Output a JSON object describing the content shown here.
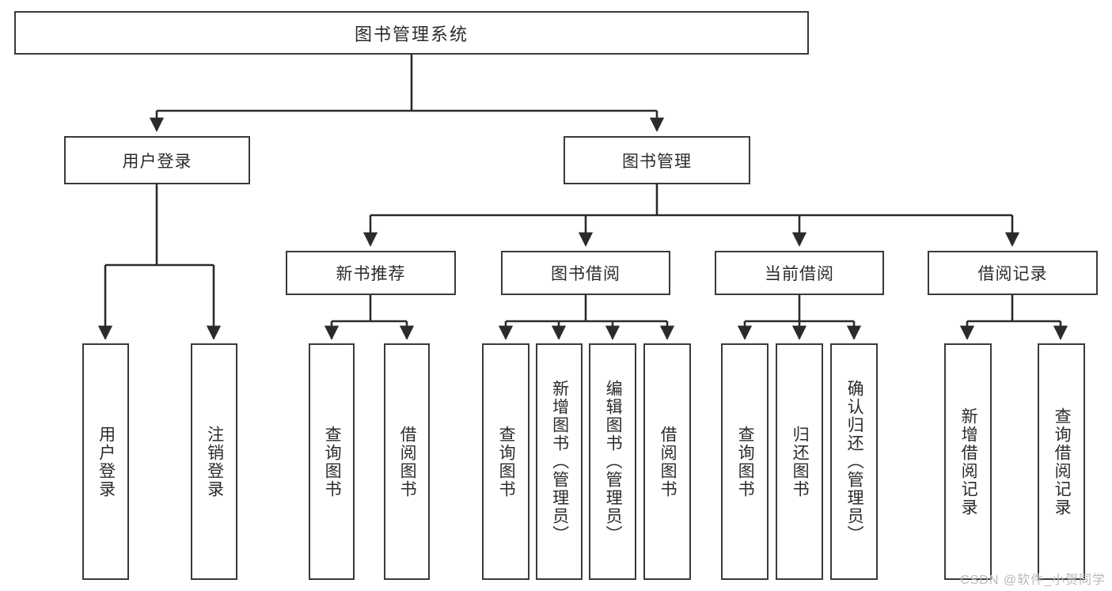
{
  "diagram": {
    "type": "tree-hierarchy",
    "title": "图书管理系统",
    "watermark": "CSDN @软件_小贺同学",
    "colors": {
      "box_border": "#3a3a3a",
      "box_fill": "#ffffff",
      "text": "#2b2b2b",
      "connector": "#2b2b2b",
      "watermark": "#b9b9b9"
    },
    "root": {
      "label": "图书管理系统"
    },
    "level2": [
      {
        "label": "用户登录"
      },
      {
        "label": "图书管理"
      }
    ],
    "level3": [
      {
        "label": "新书推荐"
      },
      {
        "label": "图书借阅"
      },
      {
        "label": "当前借阅"
      },
      {
        "label": "借阅记录"
      }
    ],
    "leaves": {
      "user_login": [
        {
          "label": "用户登录"
        },
        {
          "label": "注销登录"
        }
      ],
      "new_book_recommend": [
        {
          "label": "查询图书"
        },
        {
          "label": "借阅图书"
        }
      ],
      "book_borrow": [
        {
          "label": "查询图书"
        },
        {
          "label": "新增图书（管理员）"
        },
        {
          "label": "编辑图书（管理员）"
        },
        {
          "label": "借阅图书"
        }
      ],
      "current_borrow": [
        {
          "label": "查询图书"
        },
        {
          "label": "归还图书"
        },
        {
          "label": "确认归还（管理员）"
        }
      ],
      "borrow_record": [
        {
          "label": "新增借阅记录"
        },
        {
          "label": "查询借阅记录"
        }
      ]
    }
  }
}
